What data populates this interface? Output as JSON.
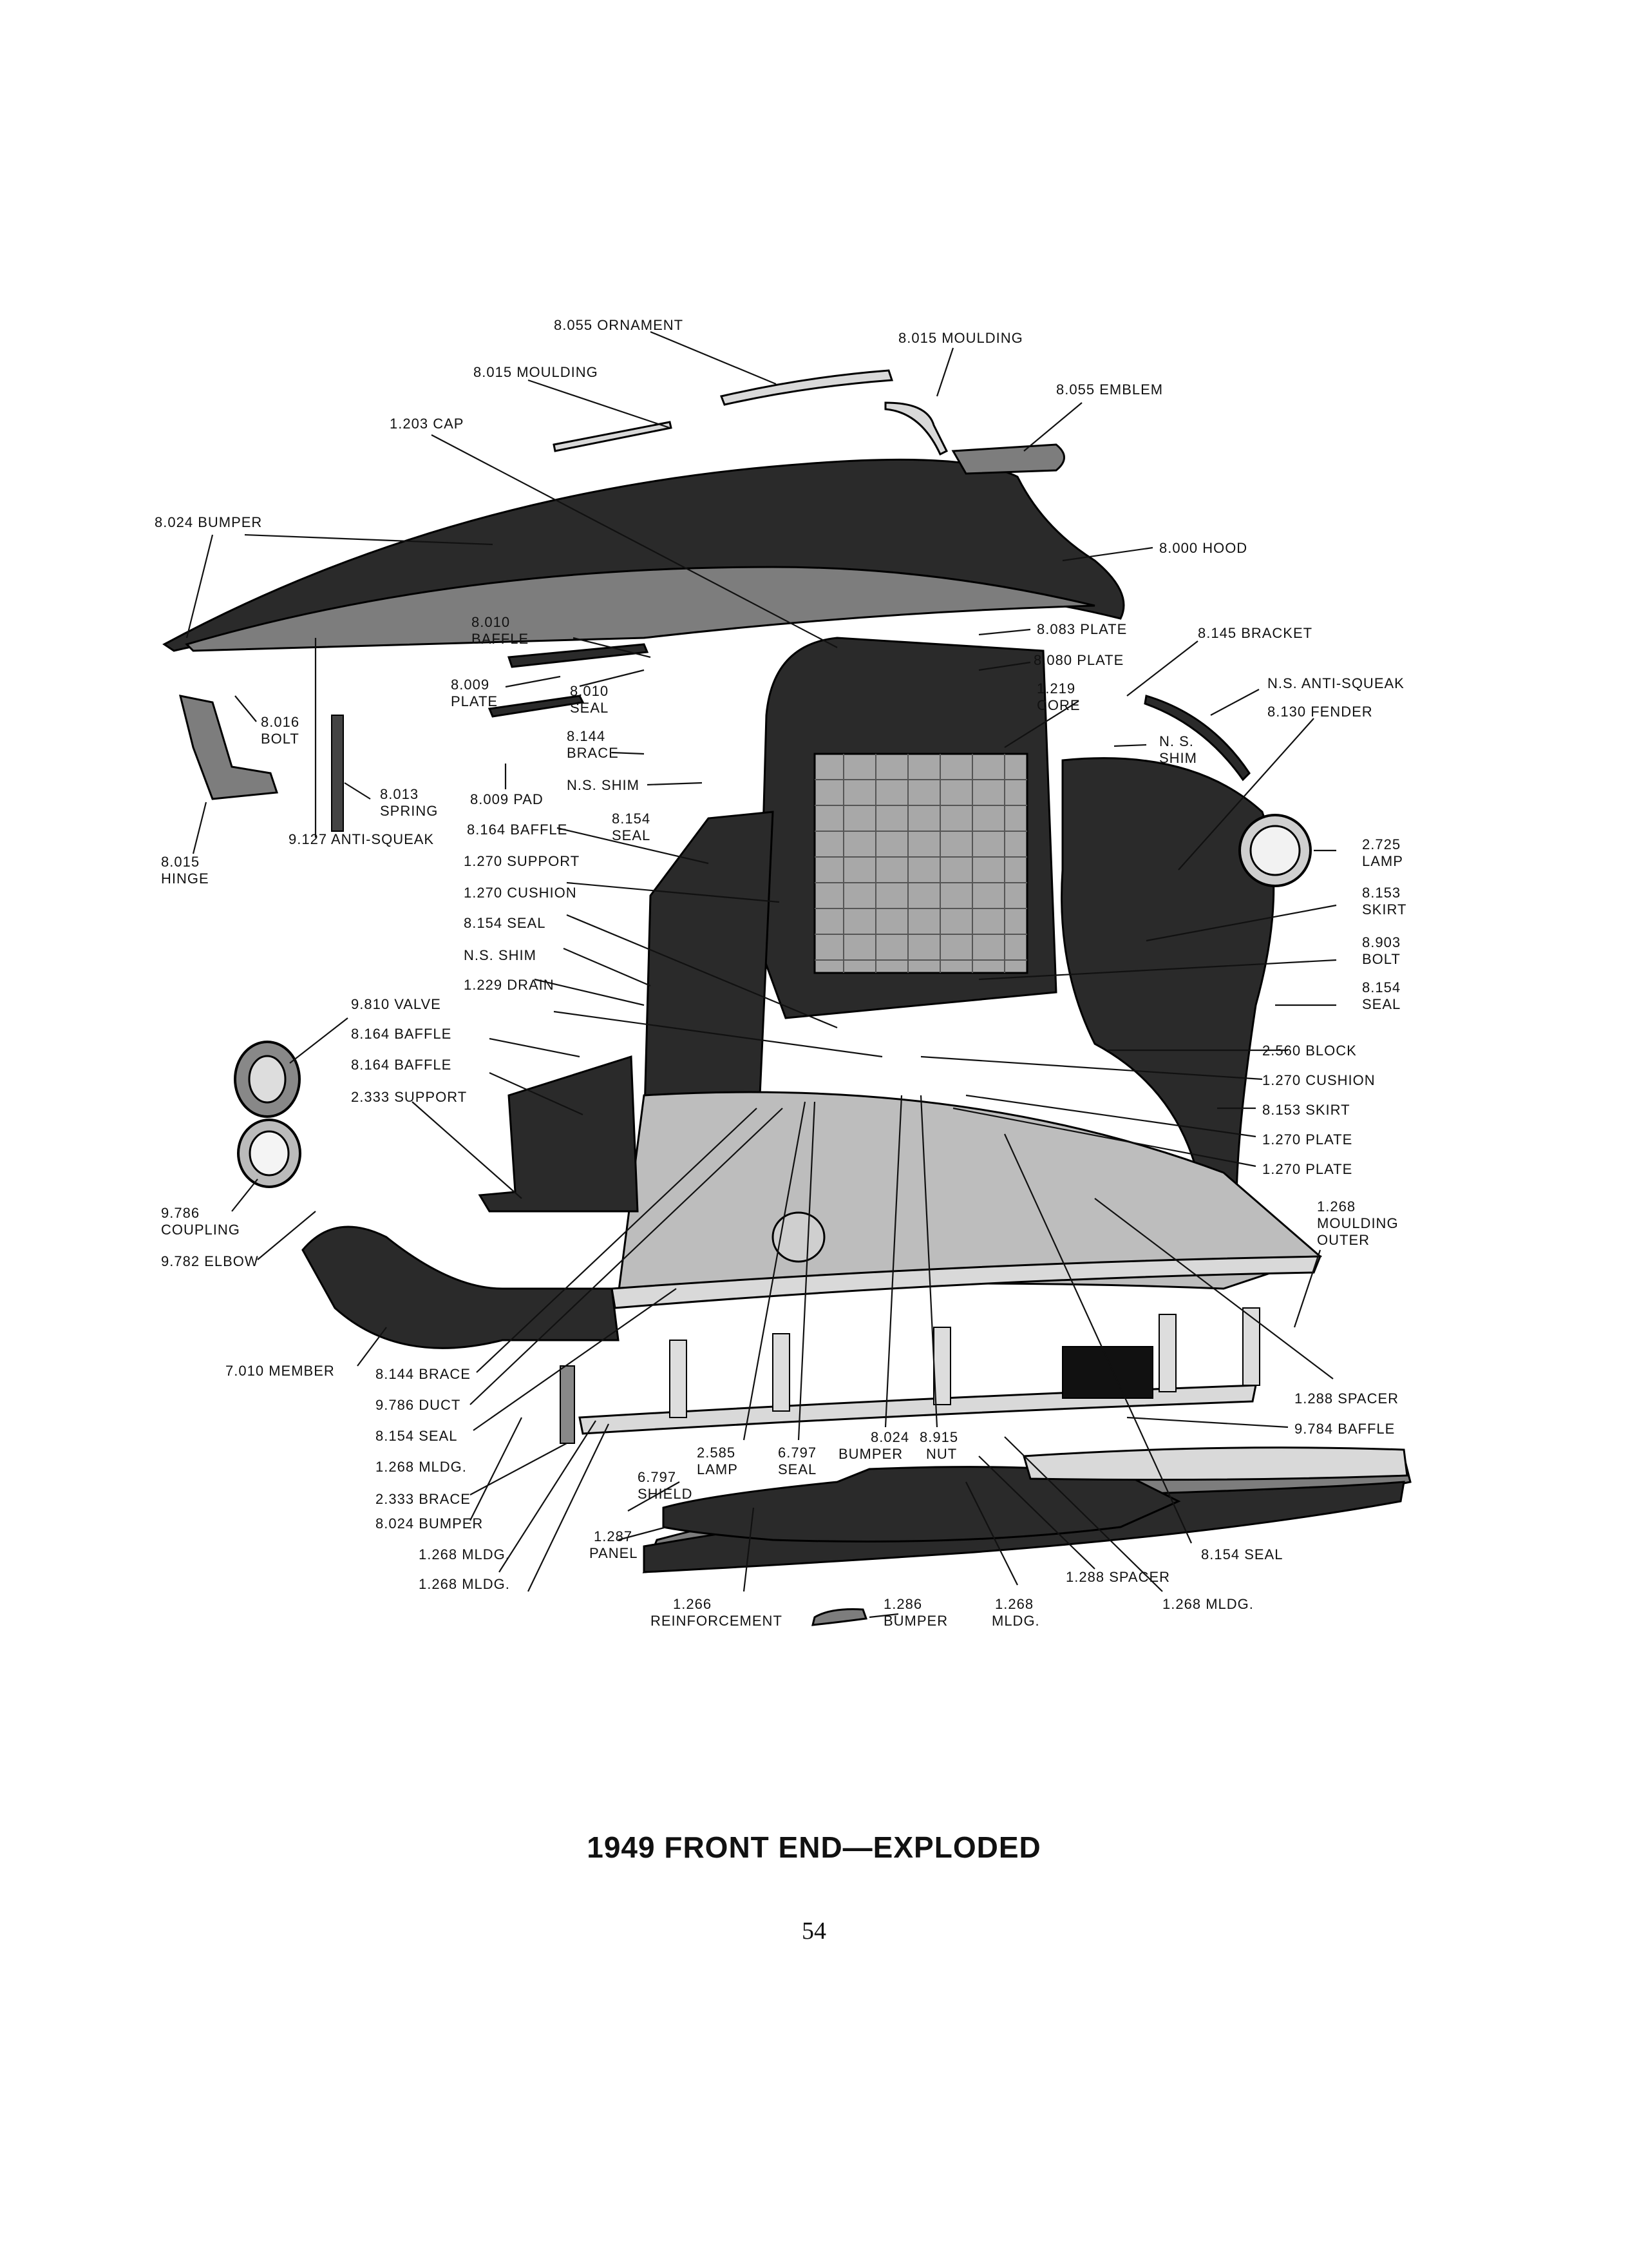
{
  "title": "1949 FRONT END—EXPLODED",
  "page_number": "54",
  "callouts": [
    {
      "id": "ornament",
      "num": "8.055",
      "name": "ORNAMENT"
    },
    {
      "id": "moulding-top-right",
      "num": "8.015",
      "name": "MOULDING"
    },
    {
      "id": "moulding-top-left",
      "num": "8.015",
      "name": "MOULDING"
    },
    {
      "id": "emblem",
      "num": "8.055",
      "name": "EMBLEM"
    },
    {
      "id": "cap",
      "num": "1.203",
      "name": "CAP"
    },
    {
      "id": "bumper-hood",
      "num": "8.024",
      "name": "BUMPER"
    },
    {
      "id": "hood",
      "num": "8.000",
      "name": "HOOD"
    },
    {
      "id": "baffle-8010",
      "num": "8.010",
      "name": "BAFFLE"
    },
    {
      "id": "plate-8083",
      "num": "8.083",
      "name": "PLATE"
    },
    {
      "id": "bracket-8145",
      "num": "8.145",
      "name": "BRACKET"
    },
    {
      "id": "plate-8080",
      "num": "8.080",
      "name": "PLATE"
    },
    {
      "id": "plate-8009",
      "num": "8.009",
      "name": "PLATE"
    },
    {
      "id": "seal-8010",
      "num": "8.010",
      "name": "SEAL"
    },
    {
      "id": "core",
      "num": "1.219",
      "name": "CORE"
    },
    {
      "id": "anti-squeak-ns",
      "num": "N.S.",
      "name": "ANTI-SQUEAK"
    },
    {
      "id": "fender",
      "num": "8.130",
      "name": "FENDER"
    },
    {
      "id": "bolt-8016",
      "num": "8.016",
      "name": "BOLT"
    },
    {
      "id": "brace-8144-top",
      "num": "8.144",
      "name": "BRACE"
    },
    {
      "id": "shim-ns-right",
      "num": "N. S.",
      "name": "SHIM"
    },
    {
      "id": "shim-ns-center",
      "num": "N.S.",
      "name": "SHIM"
    },
    {
      "id": "spring",
      "num": "8.013",
      "name": "SPRING"
    },
    {
      "id": "pad",
      "num": "8.009",
      "name": "PAD"
    },
    {
      "id": "seal-8154-top",
      "num": "8.154",
      "name": "SEAL"
    },
    {
      "id": "anti-squeak-9127",
      "num": "9.127",
      "name": "ANTI-SQUEAK"
    },
    {
      "id": "baffle-8164-top",
      "num": "8.164",
      "name": "BAFFLE"
    },
    {
      "id": "lamp-2725",
      "num": "2.725",
      "name": "LAMP"
    },
    {
      "id": "hinge",
      "num": "8.015",
      "name": "HINGE"
    },
    {
      "id": "support-1270",
      "num": "1.270",
      "name": "SUPPORT"
    },
    {
      "id": "skirt-8153-top",
      "num": "8.153",
      "name": "SKIRT"
    },
    {
      "id": "cushion-1270-left",
      "num": "1.270",
      "name": "CUSHION"
    },
    {
      "id": "seal-8154-mid",
      "num": "8.154",
      "name": "SEAL"
    },
    {
      "id": "bolt-8903",
      "num": "8.903",
      "name": "BOLT"
    },
    {
      "id": "shim-ns-left",
      "num": "N.S.",
      "name": "SHIM"
    },
    {
      "id": "seal-8154-right",
      "num": "8.154",
      "name": "SEAL"
    },
    {
      "id": "drain",
      "num": "1.229",
      "name": "DRAIN"
    },
    {
      "id": "valve",
      "num": "9.810",
      "name": "VALVE"
    },
    {
      "id": "baffle-8164-a",
      "num": "8.164",
      "name": "BAFFLE"
    },
    {
      "id": "block",
      "num": "2.560",
      "name": "BLOCK"
    },
    {
      "id": "baffle-8164-b",
      "num": "8.164",
      "name": "BAFFLE"
    },
    {
      "id": "cushion-1270-right",
      "num": "1.270",
      "name": "CUSHION"
    },
    {
      "id": "support-2333",
      "num": "2.333",
      "name": "SUPPORT"
    },
    {
      "id": "skirt-8153-lower",
      "num": "8.153",
      "name": "SKIRT"
    },
    {
      "id": "plate-1270-a",
      "num": "1.270",
      "name": "PLATE"
    },
    {
      "id": "plate-1270-b",
      "num": "1.270",
      "name": "PLATE"
    },
    {
      "id": "coupling",
      "num": "9.786",
      "name": "COUPLING"
    },
    {
      "id": "moulding-outer",
      "num": "1.268",
      "name": "MOULDING OUTER"
    },
    {
      "id": "elbow",
      "num": "9.782",
      "name": "ELBOW"
    },
    {
      "id": "member",
      "num": "7.010",
      "name": "MEMBER"
    },
    {
      "id": "brace-8144-low",
      "num": "8.144",
      "name": "BRACE"
    },
    {
      "id": "spacer-1288-right",
      "num": "1.288",
      "name": "SPACER"
    },
    {
      "id": "duct",
      "num": "9.786",
      "name": "DUCT"
    },
    {
      "id": "baffle-9784",
      "num": "9.784",
      "name": "BAFFLE"
    },
    {
      "id": "seal-8154-low",
      "num": "8.154",
      "name": "SEAL"
    },
    {
      "id": "mldg-1268-a",
      "num": "1.268",
      "name": "MLDG."
    },
    {
      "id": "lamp-2585",
      "num": "2.585",
      "name": "LAMP"
    },
    {
      "id": "seal-6797",
      "num": "6.797",
      "name": "SEAL"
    },
    {
      "id": "bumper-8024-center",
      "num": "8.024",
      "name": "BUMPER"
    },
    {
      "id": "nut",
      "num": "8.915",
      "name": "NUT"
    },
    {
      "id": "brace-2333",
      "num": "2.333",
      "name": "BRACE"
    },
    {
      "id": "shield",
      "num": "6.797",
      "name": "SHIELD"
    },
    {
      "id": "bumper-8024-left",
      "num": "8.024",
      "name": "BUMPER"
    },
    {
      "id": "panel",
      "num": "1.287",
      "name": "PANEL"
    },
    {
      "id": "mldg-1268-b",
      "num": "1.268",
      "name": "MLDG."
    },
    {
      "id": "seal-8154-bottom",
      "num": "8.154",
      "name": "SEAL"
    },
    {
      "id": "spacer-1288-bottom",
      "num": "1.288",
      "name": "SPACER"
    },
    {
      "id": "mldg-1268-c",
      "num": "1.268",
      "name": "MLDG."
    },
    {
      "id": "reinforcement",
      "num": "1.266",
      "name": "REINFORCEMENT"
    },
    {
      "id": "bumper-1286",
      "num": "1.286",
      "name": "BUMPER"
    },
    {
      "id": "mldg-1268-d",
      "num": "1.268",
      "name": "MLDG."
    },
    {
      "id": "mldg-1268-e",
      "num": "1.268",
      "name": "MLDG."
    }
  ]
}
